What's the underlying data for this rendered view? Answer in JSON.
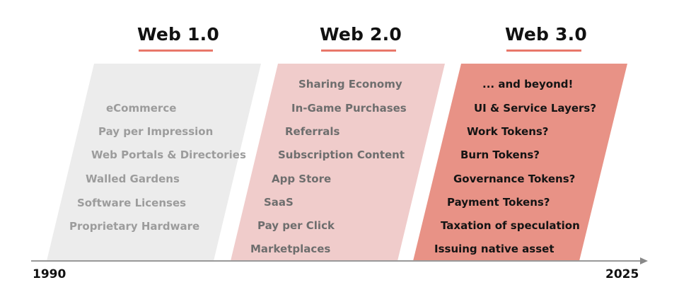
{
  "colors": {
    "web1_fill": "#ececec",
    "web2_fill": "#f0cccb",
    "web3_fill": "#e89286",
    "underline": "#e8776a",
    "axis": "#999999"
  },
  "eras": [
    {
      "title": "Web 1.0",
      "items": [
        "eCommerce",
        "Pay per Impression",
        "Web Portals & Directories",
        "Walled Gardens",
        "Software Licenses",
        "Proprietary Hardware"
      ]
    },
    {
      "title": "Web 2.0",
      "items": [
        "Sharing Economy",
        "In-Game Purchases",
        "Referrals",
        "Subscription Content",
        "App Store",
        "SaaS",
        "Pay per Click",
        "Marketplaces"
      ]
    },
    {
      "title": "Web 3.0",
      "items": [
        "... and beyond!",
        "UI & Service Layers?",
        "Work Tokens?",
        "Burn Tokens?",
        "Governance Tokens?",
        "Payment Tokens?",
        "Taxation of speculation",
        "Issuing native asset"
      ]
    }
  ],
  "timeline": {
    "start_label": "1990",
    "end_label": "2025"
  }
}
